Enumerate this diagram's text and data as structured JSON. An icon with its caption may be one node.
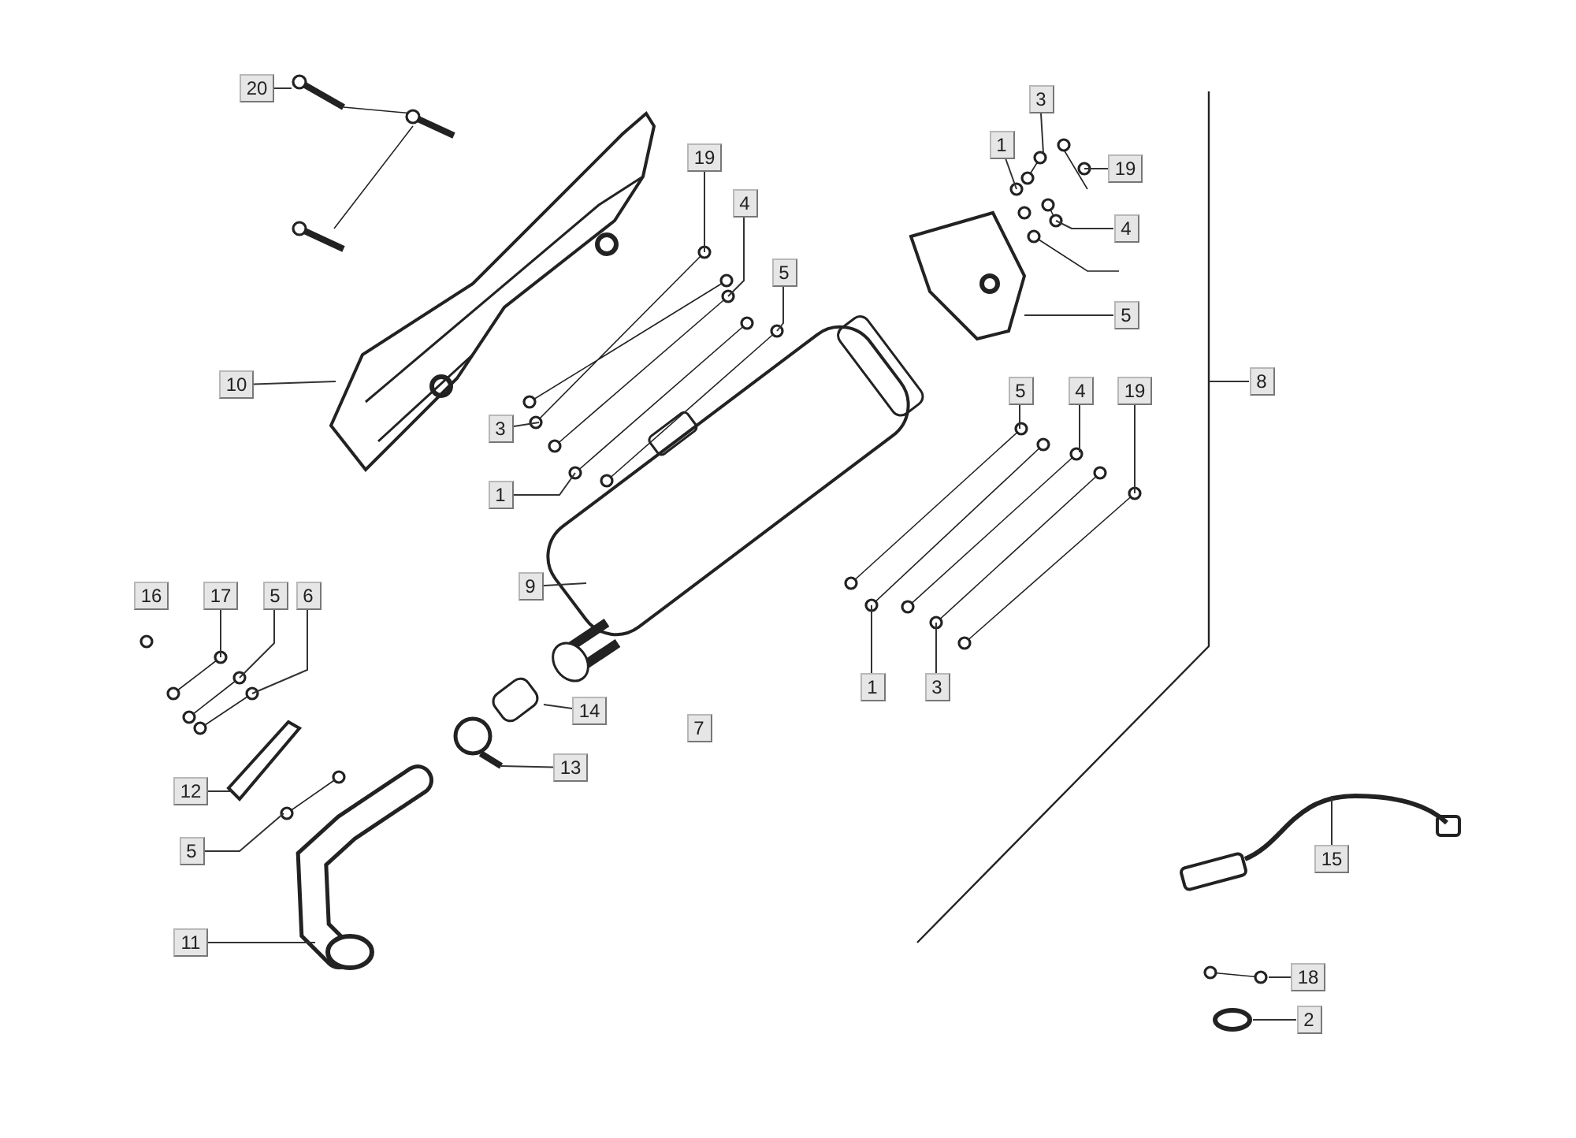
{
  "diagram": {
    "nodes": [
      {
        "text": [
          "20"
        ]
      },
      {
        "text": [
          "19"
        ]
      },
      {
        "text": [
          "4"
        ]
      },
      {
        "text": [
          "5"
        ]
      },
      {
        "text": [
          "10"
        ]
      },
      {
        "text": [
          "3"
        ]
      },
      {
        "text": [
          "1"
        ]
      },
      {
        "text": [
          "3"
        ]
      },
      {
        "text": [
          "1"
        ]
      },
      {
        "text": [
          "19"
        ]
      },
      {
        "text": [
          "4"
        ]
      },
      {
        "text": [
          "5"
        ]
      },
      {
        "text": [
          "8"
        ]
      },
      {
        "text": [
          "5"
        ]
      },
      {
        "text": [
          "4"
        ]
      },
      {
        "text": [
          "19"
        ]
      },
      {
        "text": [
          "9"
        ]
      },
      {
        "text": [
          "17"
        ]
      },
      {
        "text": [
          "5"
        ]
      },
      {
        "text": [
          "6"
        ]
      },
      {
        "text": [
          "1"
        ]
      },
      {
        "text": [
          "3"
        ]
      },
      {
        "text": [
          "14"
        ]
      },
      {
        "text": [
          "13"
        ]
      },
      {
        "text": [
          "12"
        ]
      },
      {
        "text": [
          "5"
        ]
      },
      {
        "text": [
          "11"
        ]
      },
      {
        "text": [
          "15"
        ]
      },
      {
        "text": [
          "18"
        ]
      },
      {
        "text": [
          "2"
        ]
      },
      {
        "text": [
          "16"
        ]
      },
      {
        "text": [
          "7"
        ]
      }
    ],
    "edges": [
      {
        "from": 0,
        "to": null,
        "arrow": "none"
      },
      {
        "from": 1,
        "to": null,
        "arrow": "none"
      },
      {
        "from": 2,
        "to": null,
        "arrow": "none"
      },
      {
        "from": 3,
        "to": null,
        "arrow": "none"
      },
      {
        "from": 4,
        "to": null,
        "arrow": "none"
      },
      {
        "from": 5,
        "to": null,
        "arrow": "none"
      },
      {
        "from": 6,
        "to": null,
        "arrow": "none"
      },
      {
        "from": 7,
        "to": null,
        "arrow": "none"
      },
      {
        "from": 8,
        "to": null,
        "arrow": "none"
      },
      {
        "from": 9,
        "to": null,
        "arrow": "none"
      },
      {
        "from": 10,
        "to": null,
        "arrow": "none"
      },
      {
        "from": 11,
        "to": null,
        "arrow": "none"
      },
      {
        "from": 12,
        "to": null,
        "arrow": "none"
      },
      {
        "from": 13,
        "to": null,
        "arrow": "none"
      },
      {
        "from": 14,
        "to": null,
        "arrow": "none"
      },
      {
        "from": 15,
        "to": null,
        "arrow": "none"
      },
      {
        "from": 16,
        "to": null,
        "arrow": "none"
      },
      {
        "from": 17,
        "to": null,
        "arrow": "none"
      },
      {
        "from": 18,
        "to": null,
        "arrow": "none"
      },
      {
        "from": 19,
        "to": null,
        "arrow": "none"
      },
      {
        "from": 20,
        "to": null,
        "arrow": "none"
      },
      {
        "from": 21,
        "to": null,
        "arrow": "none"
      },
      {
        "from": 22,
        "to": null,
        "arrow": "none"
      },
      {
        "from": 23,
        "to": null,
        "arrow": "none"
      },
      {
        "from": 24,
        "to": null,
        "arrow": "none"
      },
      {
        "from": 25,
        "to": null,
        "arrow": "none"
      },
      {
        "from": 26,
        "to": null,
        "arrow": "none"
      },
      {
        "from": 27,
        "to": null,
        "arrow": "none"
      },
      {
        "from": 28,
        "to": null,
        "arrow": "none"
      },
      {
        "from": 29,
        "to": null,
        "arrow": "none"
      }
    ]
  }
}
